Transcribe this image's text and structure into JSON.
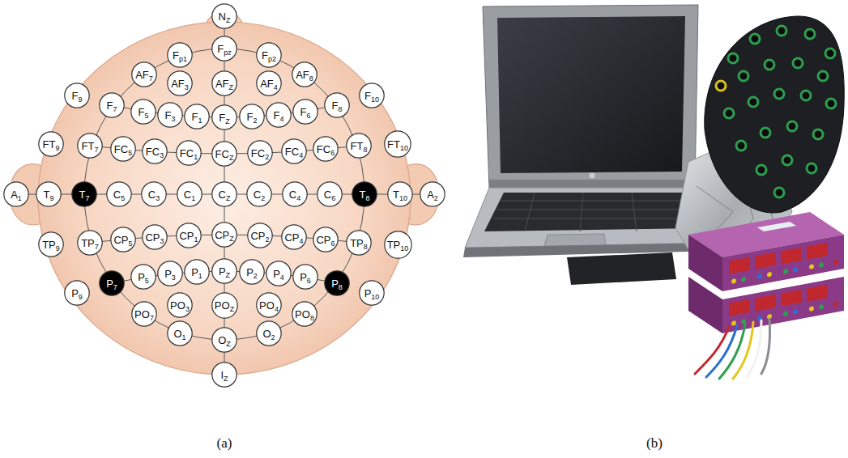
{
  "diagram": {
    "nodes": [
      {
        "text": [
          "NZ"
        ]
      },
      {
        "text": [
          "Fp1"
        ]
      },
      {
        "text": [
          "Fpz"
        ]
      },
      {
        "text": [
          "Fp2"
        ]
      },
      {
        "text": [
          "AF7"
        ]
      },
      {
        "text": [
          "AF3"
        ]
      },
      {
        "text": [
          "AFZ"
        ]
      },
      {
        "text": [
          "AF4"
        ]
      },
      {
        "text": [
          "AF8"
        ]
      },
      {
        "text": [
          "F9"
        ]
      },
      {
        "text": [
          "F7"
        ]
      },
      {
        "text": [
          "F5"
        ]
      },
      {
        "text": [
          "F3"
        ]
      },
      {
        "text": [
          "F1"
        ]
      },
      {
        "text": [
          "FZ"
        ]
      },
      {
        "text": [
          "F2"
        ]
      },
      {
        "text": [
          "F4"
        ]
      },
      {
        "text": [
          "F6"
        ]
      },
      {
        "text": [
          "F8"
        ]
      },
      {
        "text": [
          "F10"
        ]
      },
      {
        "text": [
          "FT9"
        ]
      },
      {
        "text": [
          "FT7"
        ]
      },
      {
        "text": [
          "FC5"
        ]
      },
      {
        "text": [
          "FC3"
        ]
      },
      {
        "text": [
          "FC1"
        ]
      },
      {
        "text": [
          "FCZ"
        ]
      },
      {
        "text": [
          "FC2"
        ]
      },
      {
        "text": [
          "FC4"
        ]
      },
      {
        "text": [
          "FC6"
        ]
      },
      {
        "text": [
          "FT8"
        ]
      },
      {
        "text": [
          "FT10"
        ]
      },
      {
        "text": [
          "A1"
        ]
      },
      {
        "text": [
          "T9"
        ]
      },
      {
        "text": [
          "T7"
        ]
      },
      {
        "text": [
          "C5"
        ]
      },
      {
        "text": [
          "C3"
        ]
      },
      {
        "text": [
          "C1"
        ]
      },
      {
        "text": [
          "CZ"
        ]
      },
      {
        "text": [
          "C2"
        ]
      },
      {
        "text": [
          "C4"
        ]
      },
      {
        "text": [
          "C6"
        ]
      },
      {
        "text": [
          "T8"
        ]
      },
      {
        "text": [
          "T10"
        ]
      },
      {
        "text": [
          "A2"
        ]
      },
      {
        "text": [
          "TP9"
        ]
      },
      {
        "text": [
          "TP7"
        ]
      },
      {
        "text": [
          "CP5"
        ]
      },
      {
        "text": [
          "CP3"
        ]
      },
      {
        "text": [
          "CP1"
        ]
      },
      {
        "text": [
          "CPZ"
        ]
      },
      {
        "text": [
          "CP2"
        ]
      },
      {
        "text": [
          "CP4"
        ]
      },
      {
        "text": [
          "CP6"
        ]
      },
      {
        "text": [
          "TP8"
        ]
      },
      {
        "text": [
          "TP10"
        ]
      },
      {
        "text": [
          "P9"
        ]
      },
      {
        "text": [
          "P7"
        ]
      },
      {
        "text": [
          "P5"
        ]
      },
      {
        "text": [
          "P3"
        ]
      },
      {
        "text": [
          "P1"
        ]
      },
      {
        "text": [
          "PZ"
        ]
      },
      {
        "text": [
          "P2"
        ]
      },
      {
        "text": [
          "P4"
        ]
      },
      {
        "text": [
          "P6"
        ]
      },
      {
        "text": [
          "P8"
        ]
      },
      {
        "text": [
          "P10"
        ]
      },
      {
        "text": [
          "PO7"
        ]
      },
      {
        "text": [
          "PO3"
        ]
      },
      {
        "text": [
          "POZ"
        ]
      },
      {
        "text": [
          "PO4"
        ]
      },
      {
        "text": [
          "PO8"
        ]
      },
      {
        "text": [
          "O1"
        ]
      },
      {
        "text": [
          "OZ"
        ]
      },
      {
        "text": [
          "O2"
        ]
      },
      {
        "text": [
          "IZ"
        ]
      }
    ],
    "labels": [
      "(a)",
      "(b)"
    ]
  }
}
